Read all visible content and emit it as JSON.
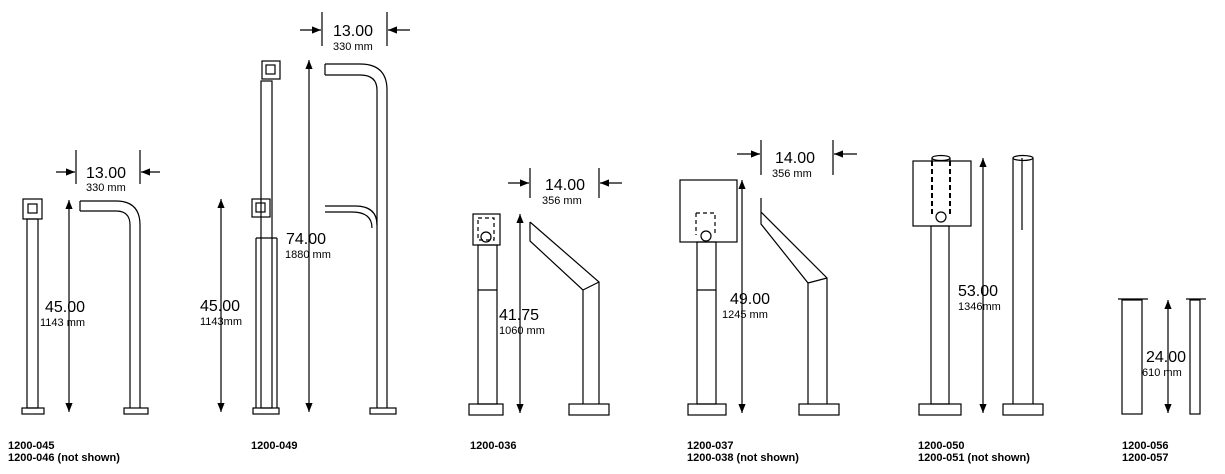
{
  "diagram": {
    "products": [
      {
        "codes": [
          "1200-045",
          "1200-046 (not shown)"
        ],
        "width": {
          "in": "13.00",
          "mm": "330 mm"
        },
        "height": {
          "in": "45.00",
          "mm": "1143 mm"
        }
      },
      {
        "codes": [
          "1200-049"
        ],
        "width": {
          "in": "13.00",
          "mm": "330 mm"
        },
        "height_total": {
          "in": "74.00",
          "mm": "1880 mm"
        },
        "height_lower": {
          "in": "45.00",
          "mm": "1143mm"
        }
      },
      {
        "codes": [
          "1200-036"
        ],
        "width": {
          "in": "14.00",
          "mm": "356 mm"
        },
        "height": {
          "in": "41.75",
          "mm": "1060 mm"
        }
      },
      {
        "codes": [
          "1200-037",
          "1200-038 (not shown)"
        ],
        "width": {
          "in": "14.00",
          "mm": "356 mm"
        },
        "height": {
          "in": "49.00",
          "mm": "1245 mm"
        }
      },
      {
        "codes": [
          "1200-050",
          "1200-051 (not shown)"
        ],
        "height": {
          "in": "53.00",
          "mm": "1346mm"
        }
      },
      {
        "codes": [
          "1200-056",
          "1200-057"
        ],
        "height": {
          "in": "24.00",
          "mm": "610 mm"
        }
      }
    ]
  }
}
